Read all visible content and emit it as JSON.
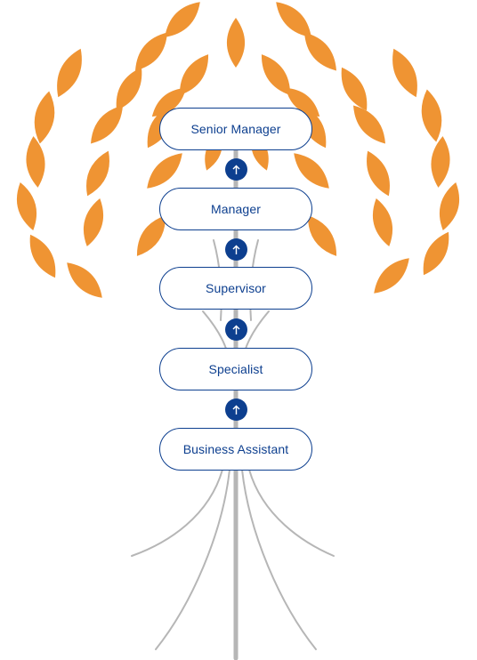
{
  "colors": {
    "leaf": "#ef9433",
    "trunk": "#b6b6b6",
    "node_border": "#0d3f8f",
    "node_text": "#0d3f8f",
    "arrow_bg": "#0d3f8f"
  },
  "levels": [
    {
      "label": "Senior Manager"
    },
    {
      "label": "Manager"
    },
    {
      "label": "Supervisor"
    },
    {
      "label": "Specialist"
    },
    {
      "label": "Business Assistant"
    }
  ],
  "connectors": [
    {
      "icon": "arrow-up-icon"
    },
    {
      "icon": "arrow-up-icon"
    },
    {
      "icon": "arrow-up-icon"
    },
    {
      "icon": "arrow-up-icon"
    }
  ]
}
